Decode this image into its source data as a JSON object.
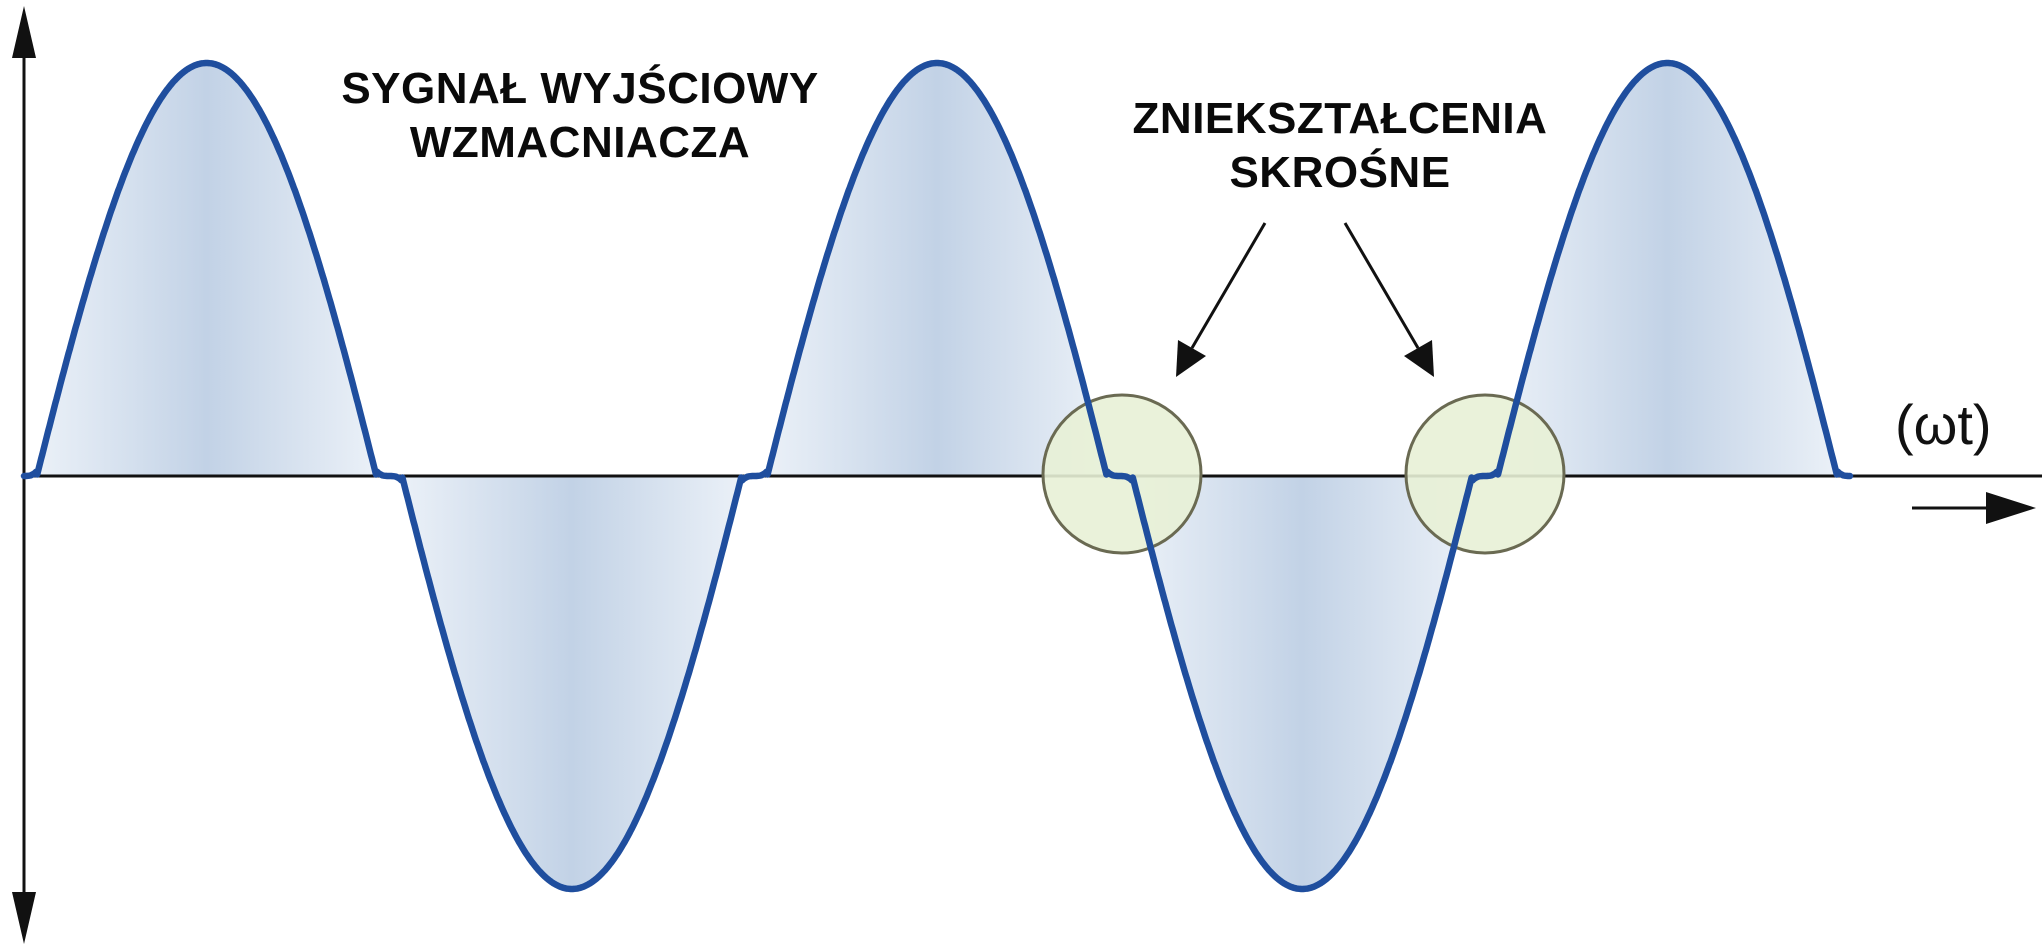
{
  "diagram": {
    "signal_label_lines": [
      "SYGNAŁ WYJŚCIOWY",
      "WZMACNIACZA"
    ],
    "distortion_label_lines": [
      "ZNIEKSZTAŁCENIA",
      "SKROŚNE"
    ],
    "x_axis_label": "(ωt)",
    "wave_cycles": 2.5,
    "highlighted_zero_crossings": [
      3,
      4
    ],
    "colors": {
      "wave_stroke": "#1f4e9e",
      "wave_fill": "#c5d5e8",
      "circle_fill": "#e8f1d6",
      "circle_stroke": "#6a6a52",
      "axis": "#111111",
      "text": "#0a0a0a"
    }
  }
}
